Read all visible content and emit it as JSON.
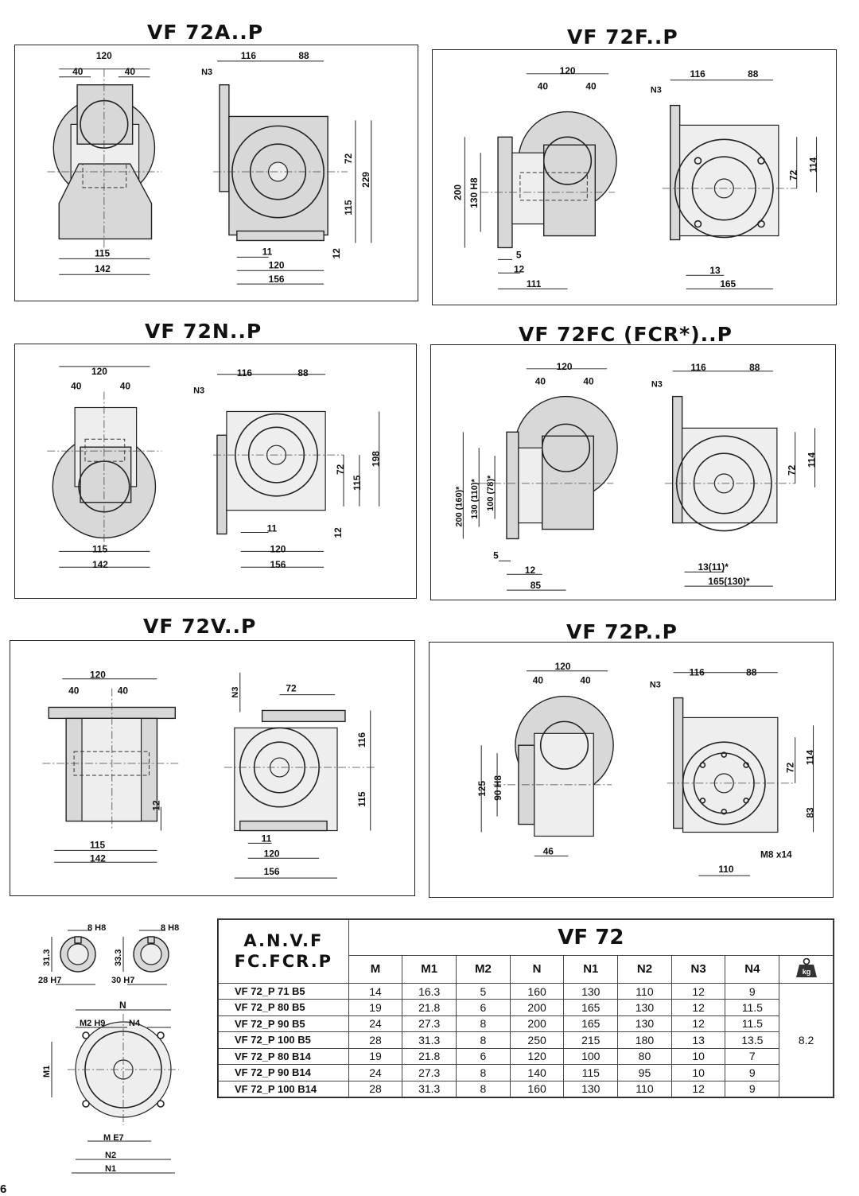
{
  "panels": {
    "a": {
      "title": "VF 72A..P",
      "dims": [
        "120",
        "40",
        "40",
        "116",
        "88",
        "N3",
        "72",
        "229",
        "115",
        "12",
        "115",
        "142",
        "11",
        "120",
        "156"
      ]
    },
    "f": {
      "title": "VF 72F..P",
      "dims": [
        "120",
        "40",
        "40",
        "116",
        "88",
        "N3",
        "200",
        "130 H8",
        "72",
        "114",
        "5",
        "12",
        "111",
        "13",
        "165"
      ]
    },
    "n": {
      "title": "VF 72N..P",
      "dims": [
        "120",
        "40",
        "40",
        "116",
        "88",
        "N3",
        "72",
        "115",
        "198",
        "12",
        "115",
        "142",
        "11",
        "120",
        "156"
      ]
    },
    "fc": {
      "title": "VF 72FC (FCR*)..P",
      "dims": [
        "120",
        "40",
        "40",
        "116",
        "88",
        "N3",
        "200 (160)*",
        "130 (110)*",
        "100 (78)*",
        "72",
        "114",
        "5",
        "12",
        "85",
        "13(11)*",
        "165(130)*"
      ]
    },
    "v": {
      "title": "VF 72V..P",
      "dims": [
        "120",
        "40",
        "40",
        "N3",
        "72",
        "116",
        "115",
        "12",
        "115",
        "142",
        "11",
        "120",
        "156"
      ]
    },
    "p": {
      "title": "VF 72P..P",
      "dims": [
        "120",
        "40",
        "40",
        "116",
        "88",
        "N3",
        "125",
        "90 H8",
        "72",
        "114",
        "83",
        "46",
        "M8 x14",
        "110"
      ]
    }
  },
  "shaft": {
    "key1": "8 H8",
    "height1": "31.3",
    "dia1": "28 H7",
    "key2": "8 H8",
    "height2": "33.3",
    "dia2": "30 H7",
    "flange": [
      "N",
      "M2 H9",
      "N4",
      "M1",
      "M E7",
      "N2",
      "N1"
    ]
  },
  "table": {
    "left_header": "A.N.V.F\nFC.FCR.P",
    "main_header": "VF 72",
    "columns": [
      "M",
      "M1",
      "M2",
      "N",
      "N1",
      "N2",
      "N3",
      "N4"
    ],
    "weight_icon": "kg",
    "weight": "8.2",
    "rows": [
      {
        "model": "VF 72_P 71 B5",
        "vals": [
          "14",
          "16.3",
          "5",
          "160",
          "130",
          "110",
          "12",
          "9"
        ]
      },
      {
        "model": "VF 72_P 80 B5",
        "vals": [
          "19",
          "21.8",
          "6",
          "200",
          "165",
          "130",
          "12",
          "11.5"
        ]
      },
      {
        "model": "VF 72_P 90 B5",
        "vals": [
          "24",
          "27.3",
          "8",
          "200",
          "165",
          "130",
          "12",
          "11.5"
        ]
      },
      {
        "model": "VF 72_P 100 B5",
        "vals": [
          "28",
          "31.3",
          "8",
          "250",
          "215",
          "180",
          "13",
          "13.5"
        ]
      },
      {
        "model": "VF 72_P 80 B14",
        "vals": [
          "19",
          "21.8",
          "6",
          "120",
          "100",
          "80",
          "10",
          "7"
        ]
      },
      {
        "model": "VF 72_P 90 B14",
        "vals": [
          "24",
          "27.3",
          "8",
          "140",
          "115",
          "95",
          "10",
          "9"
        ]
      },
      {
        "model": "VF 72_P 100 B14",
        "vals": [
          "28",
          "31.3",
          "8",
          "160",
          "130",
          "110",
          "12",
          "9"
        ]
      }
    ]
  },
  "page_number": "6"
}
